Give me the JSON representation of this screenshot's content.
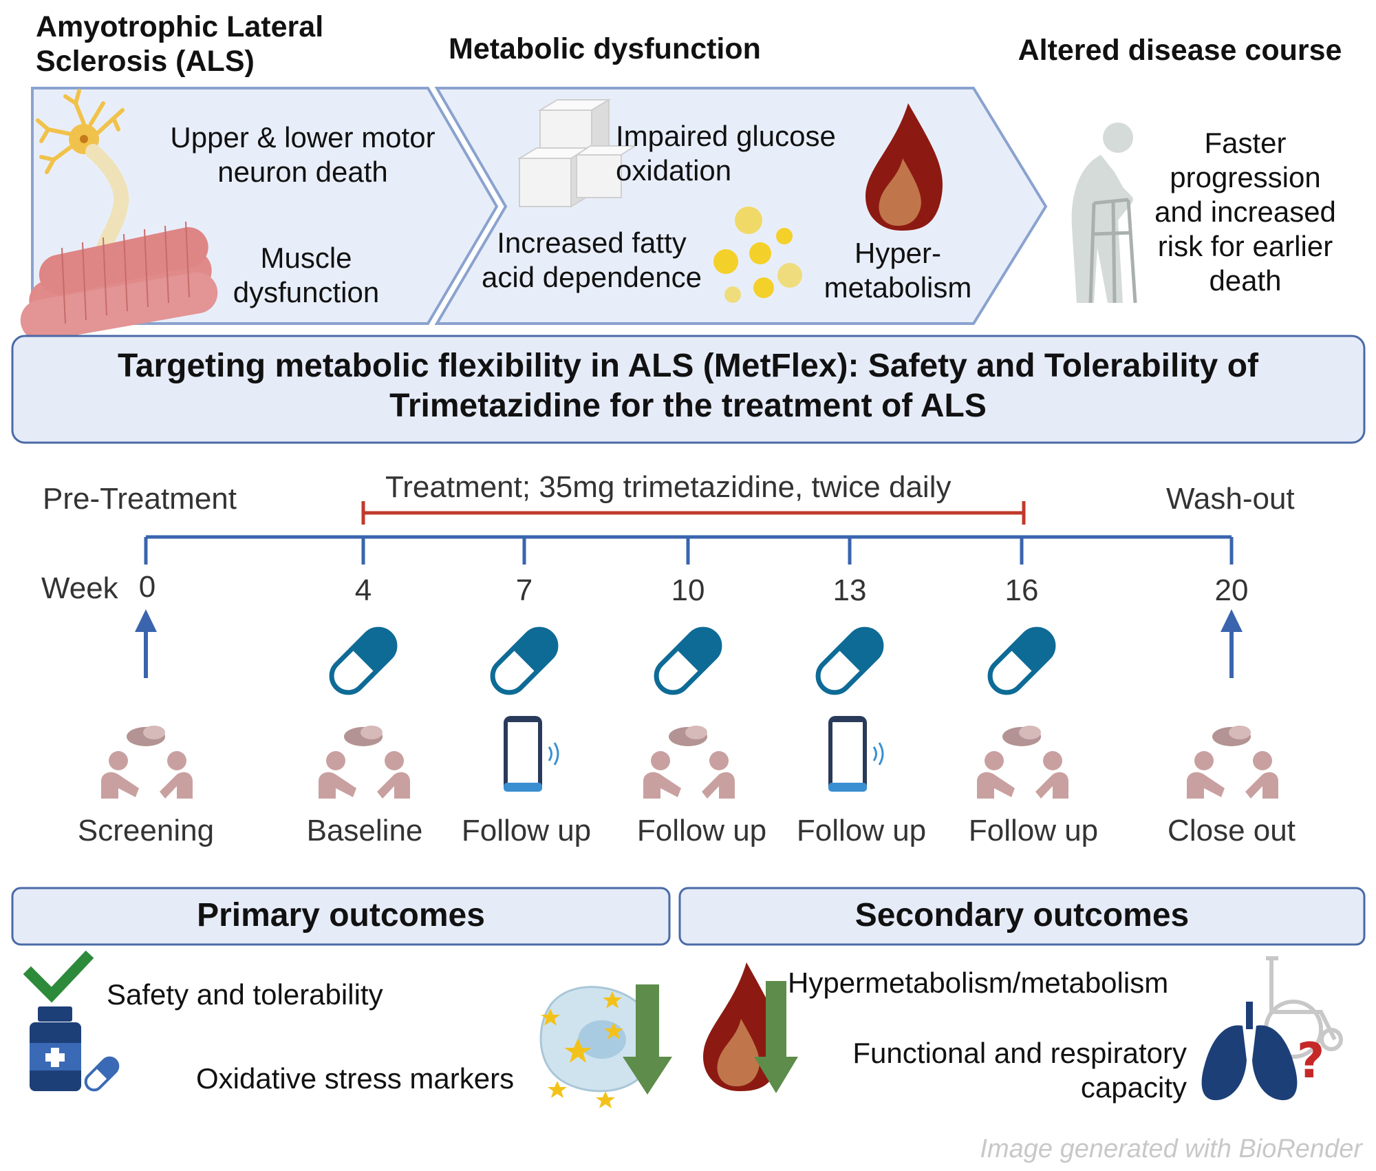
{
  "top": {
    "col1_title": "Amyotrophic Lateral Sclerosis (ALS)",
    "col2_title": "Metabolic dysfunction",
    "col3_title": "Altered disease course",
    "motor_neuron": "Upper & lower motor neuron death",
    "muscle": "Muscle dysfunction",
    "glucose": "Impaired glucose oxidation",
    "fatty_acid": "Increased fatty acid dependence",
    "hypermetabolism": "Hyper-metabolism",
    "disease_course": "Faster progression and increased risk for earlier death"
  },
  "study_title": "Targeting metabolic flexibility in ALS (MetFlex): Safety and Tolerability of Trimetazidine for the treatment of ALS",
  "timeline": {
    "pre_treatment": "Pre-Treatment",
    "treatment": "Treatment; 35mg trimetazidine, twice daily",
    "washout": "Wash-out",
    "week_label": "Week",
    "weeks": [
      "0",
      "4",
      "7",
      "10",
      "13",
      "16",
      "20"
    ],
    "visits": [
      "Screening",
      "Baseline",
      "Follow up",
      "Follow up",
      "Follow up",
      "Follow up",
      "Close out"
    ]
  },
  "outcomes": {
    "primary_title": "Primary outcomes",
    "secondary_title": "Secondary outcomes",
    "primary_1": "Safety and tolerability",
    "primary_2": "Oxidative stress markers",
    "secondary_1": "Hypermetabolism/metabolism",
    "secondary_2": "Functional and respiratory capacity"
  },
  "watermark": "Image generated with BioRender",
  "colors": {
    "box_fill": "#e6ebf8",
    "box_border": "#4a6aa6",
    "timeline_blue": "#3a64ad",
    "treatment_red": "#c0392b",
    "pill_blue": "#0e6b96",
    "people": "#c9a0a0",
    "down_arrow": "#5e8c4a"
  }
}
